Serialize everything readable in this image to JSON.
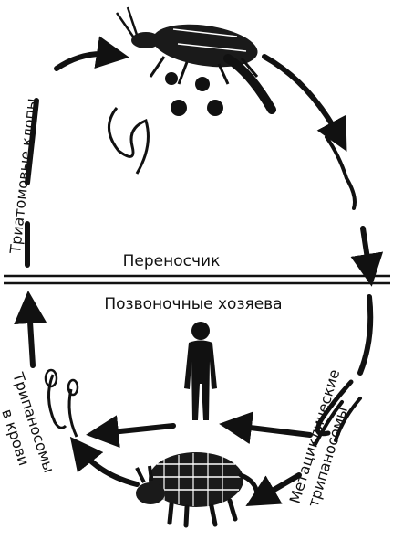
{
  "labels": {
    "vector": "Переносчик",
    "hosts": "Позвоночные хозяева",
    "triatomine_bugs": "Триатомовые клопы",
    "metacyclic_line1": "Метациклические",
    "metacyclic_line2": "трипаносомы",
    "blood_line1": "Трипаносомы",
    "blood_line2": "в крови"
  },
  "colors": {
    "ink": "#111111",
    "background": "#ffffff"
  },
  "icons": {
    "vector_insect": "triatomine-bug-icon",
    "human": "human-silhouette-icon",
    "armadillo": "armadillo-icon"
  }
}
